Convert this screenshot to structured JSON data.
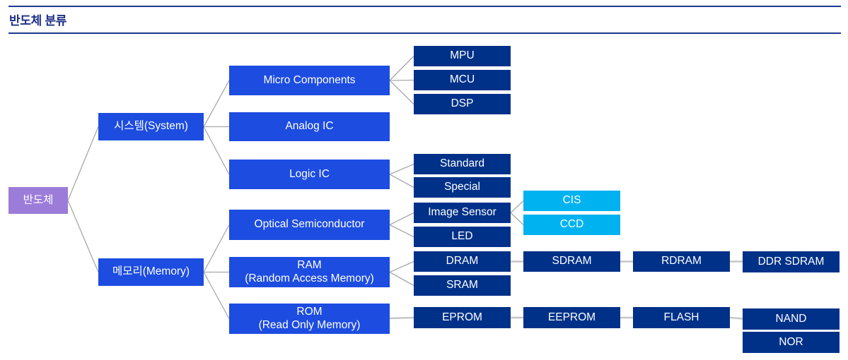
{
  "title": "반도체 분류",
  "colors": {
    "title_text": "#1c2f87",
    "rule": "#1e3a8f",
    "bright_blue_box": "#1d4ce0",
    "navy_box": "#003189",
    "cyan_box": "#00b2f0",
    "purple_box": "#9c7cd9",
    "connector_gray": "#a8a8a8",
    "box_text": "#ffffff"
  },
  "nodes": {
    "root": {
      "label": "반도체"
    },
    "system": {
      "label": "시스템(System)"
    },
    "memory": {
      "label": "메모리(Memory)"
    },
    "micro": {
      "label": "Micro Components"
    },
    "analog": {
      "label": "Analog IC"
    },
    "logic": {
      "label": "Logic IC"
    },
    "optical": {
      "label": "Optical Semiconductor"
    },
    "ram": {
      "line1": "RAM",
      "line2": "(Random Access Memory)"
    },
    "rom": {
      "line1": "ROM",
      "line2": "(Read Only Memory)"
    },
    "mpu": {
      "label": "MPU"
    },
    "mcu": {
      "label": "MCU"
    },
    "dsp": {
      "label": "DSP"
    },
    "standard": {
      "label": "Standard"
    },
    "special": {
      "label": "Special"
    },
    "imagesensor": {
      "label": "Image Sensor"
    },
    "led": {
      "label": "LED"
    },
    "cis": {
      "label": "CIS"
    },
    "ccd": {
      "label": "CCD"
    },
    "dram": {
      "label": "DRAM"
    },
    "sram": {
      "label": "SRAM"
    },
    "sdram": {
      "label": "SDRAM"
    },
    "rdram": {
      "label": "RDRAM"
    },
    "ddrsdram": {
      "label": "DDR SDRAM"
    },
    "eprom": {
      "label": "EPROM"
    },
    "eeprom": {
      "label": "EEPROM"
    },
    "flash": {
      "label": "FLASH"
    },
    "nand": {
      "label": "NAND"
    },
    "nor": {
      "label": "NOR"
    }
  },
  "hierarchy": {
    "반도체": {
      "시스템(System)": {
        "Micro Components": [
          "MPU",
          "MCU",
          "DSP"
        ],
        "Analog IC": [],
        "Logic IC": [
          "Standard",
          "Special"
        ]
      },
      "메모리(Memory)": {
        "Optical Semiconductor": {
          "Image Sensor": [
            "CIS",
            "CCD"
          ],
          "LED": []
        },
        "RAM (Random Access Memory)": {
          "DRAM": {
            "SDRAM": {
              "RDRAM": [
                "DDR SDRAM"
              ]
            }
          },
          "SRAM": []
        },
        "ROM (Read Only Memory)": {
          "EPROM": {
            "EEPROM": {
              "FLASH": [
                "NAND",
                "NOR"
              ]
            }
          }
        }
      }
    }
  }
}
